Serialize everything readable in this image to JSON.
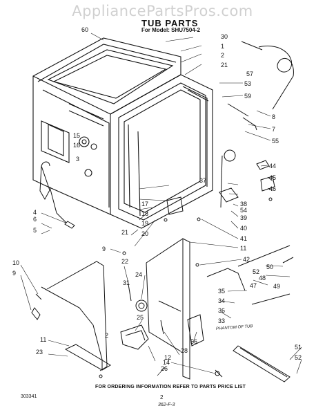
{
  "watermark": "AppliancePartsPros.com",
  "header": {
    "title": "TUB PARTS",
    "model_line": "For Model: SHU7504-2"
  },
  "note": "FOR ORDERING INFORMATION REFER TO PARTS PRICE LIST",
  "footer": {
    "left_code": "303341",
    "page": "2",
    "bottom_code": "362-F-3"
  },
  "sheet_label": "PHANTOM OF TUB",
  "callouts": [
    "60",
    "30",
    "1",
    "2",
    "21",
    "57",
    "53",
    "59",
    "8",
    "7",
    "55",
    "15",
    "16",
    "3",
    "44",
    "45",
    "46",
    "37",
    "38",
    "54",
    "39",
    "40",
    "17",
    "18",
    "19",
    "20",
    "21",
    "9",
    "22",
    "41",
    "11",
    "42",
    "50",
    "52",
    "10",
    "9",
    "31",
    "24",
    "35",
    "48",
    "47",
    "49",
    "34",
    "36",
    "33",
    "25",
    "28",
    "56",
    "51",
    "52",
    "11",
    "23",
    "12",
    "26",
    "2",
    "14",
    "6",
    "5",
    "4"
  ]
}
